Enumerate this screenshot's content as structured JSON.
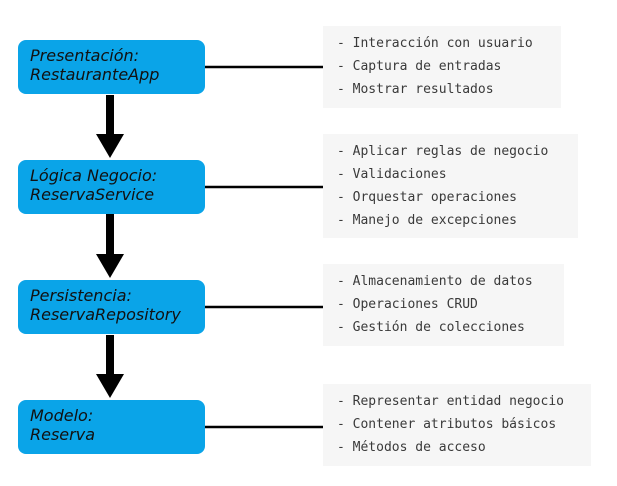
{
  "colors": {
    "layer_fill": "#0aa4e8",
    "arrow": "#000000",
    "notes_fill": "#f6f6f6",
    "text": "#111111"
  },
  "layers": [
    {
      "id": "presentacion",
      "title": "Presentación:",
      "component": "RestauranteApp",
      "notes": [
        "- Interacción con usuario",
        "- Captura de entradas",
        "- Mostrar resultados"
      ]
    },
    {
      "id": "logica",
      "title": "Lógica Negocio:",
      "component": "ReservaService",
      "notes": [
        "- Aplicar reglas de negocio",
        "- Validaciones",
        "- Orquestar operaciones",
        "- Manejo de excepciones"
      ]
    },
    {
      "id": "persistencia",
      "title": "Persistencia:",
      "component": "ReservaRepository",
      "notes": [
        "- Almacenamiento de datos",
        "- Operaciones CRUD",
        "- Gestión de colecciones"
      ]
    },
    {
      "id": "modelo",
      "title": "Modelo:",
      "component": "Reserva",
      "notes": [
        "- Representar entidad negocio",
        "- Contener atributos básicos",
        "- Métodos de acceso"
      ]
    }
  ]
}
